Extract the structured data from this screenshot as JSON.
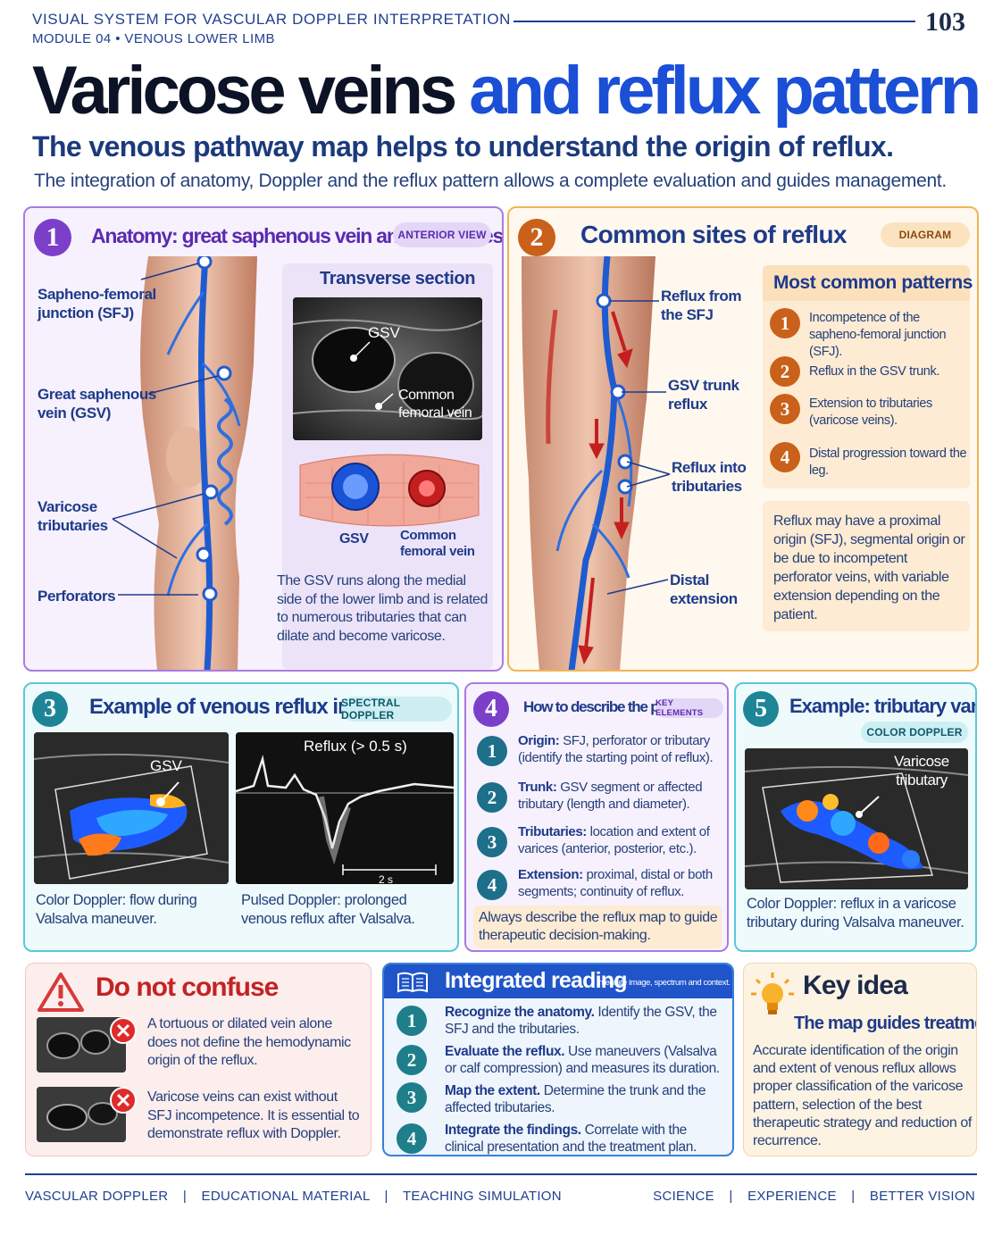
{
  "header": {
    "series": "VISUAL SYSTEM FOR VASCULAR DOPPLER INTERPRETATION",
    "module": "MODULE 04  •  VENOUS LOWER LIMB",
    "page_number": "103"
  },
  "title": {
    "part1": "Varicose veins",
    "part2": " and reflux pattern"
  },
  "subtitle": "The venous pathway map helps to understand the origin of reflux.",
  "intro": "The integration of anatomy, Doppler and the reflux pattern allows a complete evaluation and guides management.",
  "panel1": {
    "number": "1",
    "title": "Anatomy: great saphenous vein and tributaries",
    "tag": "ANTERIOR VIEW",
    "labels": {
      "sfj": "Sapheno-femoral junction (SFJ)",
      "gsv": "Great saphenous vein (GSV)",
      "varicose": "Varicose tributaries",
      "perforators": "Perforators"
    },
    "transverse": {
      "title": "Transverse section",
      "us_gsv": "GSV",
      "us_cfv": "Common femoral vein",
      "diag_gsv": "GSV",
      "diag_cfv": "Common femoral vein"
    },
    "note": "The GSV runs along the medial side of the lower limb and is related to numerous tributaries that can dilate and become varicose."
  },
  "panel2": {
    "number": "2",
    "title": "Common sites of reflux",
    "tag": "DIAGRAM",
    "labels": {
      "sfj": "Reflux from the SFJ",
      "trunk": "GSV trunk reflux",
      "tributaries": "Reflux into tributaries",
      "distal": "Distal extension"
    },
    "patterns_title": "Most common patterns",
    "patterns": [
      {
        "n": "1",
        "text": "Incompetence of the sapheno-femoral junction (SFJ)."
      },
      {
        "n": "2",
        "text": "Reflux in the GSV trunk."
      },
      {
        "n": "3",
        "text": "Extension to tributaries (varicose veins)."
      },
      {
        "n": "4",
        "text": "Distal progression toward the leg."
      }
    ],
    "note": "Reflux may have a proximal origin (SFJ), segmental origin or be due to incompetent perforator veins, with variable extension depending on the patient."
  },
  "panel3": {
    "number": "3",
    "title": "Example of venous reflux in the GSV",
    "tag": "SPECTRAL DOPPLER",
    "us_label": "GSV",
    "spectrum_label": "Reflux (> 0.5 s)",
    "scale_label": "2 s",
    "caption_color": "Color Doppler: flow during Valsalva maneuver.",
    "caption_pulsed": "Pulsed Doppler: prolonged venous reflux after Valsalva."
  },
  "panel4": {
    "number": "4",
    "title": "How to describe the pattern",
    "tag": "KEY ELEMENTS",
    "items": [
      {
        "n": "1",
        "bold": "Origin:",
        "text": " SFJ, perforator or tributary (identify the starting point of reflux)."
      },
      {
        "n": "2",
        "bold": "Trunk:",
        "text": " GSV segment or affected tributary (length and diameter)."
      },
      {
        "n": "3",
        "bold": "Tributaries:",
        "text": " location and extent of varices (anterior, posterior, etc.)."
      },
      {
        "n": "4",
        "bold": "Extension:",
        "text": " proximal, distal or both segments; continuity of reflux."
      }
    ],
    "note": "Always describe the reflux map to guide therapeutic decision-making."
  },
  "panel5": {
    "number": "5",
    "title": "Example: tributary varices",
    "tag": "COLOR DOPPLER",
    "us_label": "Varicose tributary",
    "caption": "Color Doppler: reflux in a varicose tributary during Valsalva maneuver."
  },
  "panel6": {
    "title": "Do not confuse",
    "items": [
      "A tortuous or dilated vein alone does not define the hemodynamic origin of the reflux.",
      "Varicose veins can exist without SFJ incompetence. It is essential to demonstrate reflux with Doppler."
    ]
  },
  "panel7": {
    "title": "Integrated reading",
    "subtitle": "Integrate image, spectrum and context.",
    "items": [
      {
        "n": "1",
        "bold": "Recognize the anatomy.",
        "text": " Identify the GSV, the SFJ and the tributaries."
      },
      {
        "n": "2",
        "bold": "Evaluate the reflux.",
        "text": " Use maneuvers (Valsalva or calf compression) and measures its duration."
      },
      {
        "n": "3",
        "bold": "Map the extent.",
        "text": " Determine the trunk and the affected tributaries."
      },
      {
        "n": "4",
        "bold": "Integrate the findings.",
        "text": " Correlate with the clinical presentation and the treatment plan."
      }
    ]
  },
  "panel8": {
    "title": "Key idea",
    "subtitle": "The map guides treatment.",
    "text": "Accurate identification of the origin and extent of venous reflux allows proper classification of the varicose pattern, selection of the best therapeutic strategy and reduction of recurrence."
  },
  "footer": {
    "left": [
      "VASCULAR DOPPLER",
      "EDUCATIONAL MATERIAL",
      "TEACHING SIMULATION"
    ],
    "right": [
      "SCIENCE",
      "EXPERIENCE",
      "BETTER VISION"
    ],
    "separator": "|"
  },
  "colors": {
    "navy": "#1c2a4a",
    "blue": "#1a4fd6",
    "purple": "#7b3fc9",
    "orange": "#d9701c",
    "teal": "#1e8597",
    "red": "#d63a3a"
  }
}
